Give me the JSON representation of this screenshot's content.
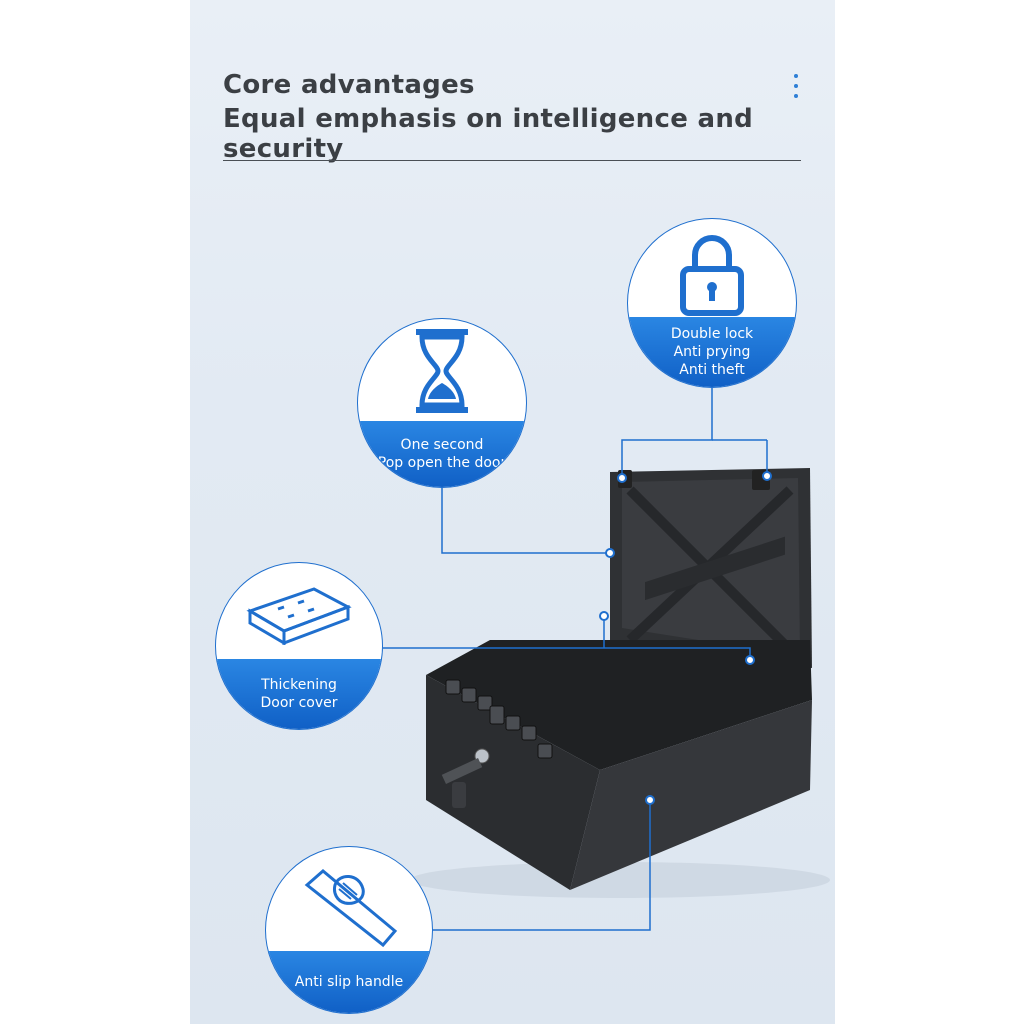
{
  "header": {
    "line1": "Core advantages",
    "line2": "Equal emphasis on intelligence and security"
  },
  "features": {
    "lock": {
      "icon": "padlock-icon",
      "lines": [
        "Double lock",
        "Anti prying",
        "Anti theft"
      ]
    },
    "second": {
      "icon": "hourglass-icon",
      "lines": [
        "One second",
        "Pop open the door"
      ]
    },
    "cover": {
      "icon": "thick-panel-icon",
      "lines": [
        "Thickening",
        "Door cover"
      ]
    },
    "handle": {
      "icon": "handle-icon",
      "lines": [
        "Anti slip handle"
      ]
    }
  },
  "colors": {
    "accent": "#1f6fce",
    "title": "#3b3f44",
    "safe": "#2b2d30"
  }
}
